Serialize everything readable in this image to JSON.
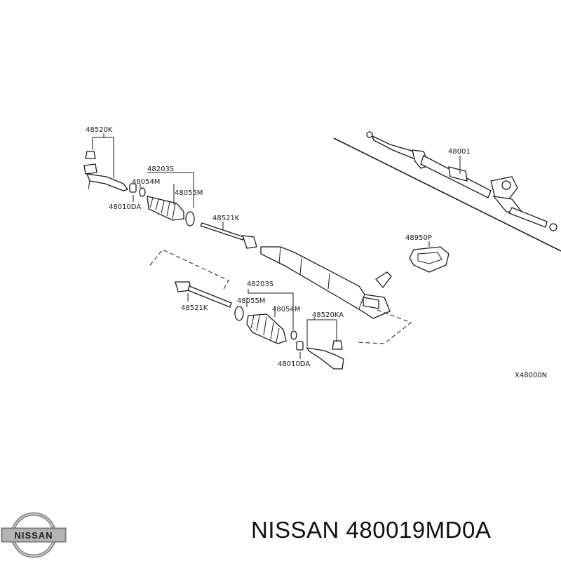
{
  "labels": {
    "p48520K": "48520K",
    "p48203S_top": "48203S",
    "p48054M_top": "48054M",
    "p48055M_top": "48055M",
    "p48010DA_top": "48010DA",
    "p48521K_top": "48521K",
    "p48001": "48001",
    "p48950P": "48950P",
    "p48203S_bottom": "48203S",
    "p48055M_bottom": "48055M",
    "p48054M_bottom": "48054M",
    "p48520KA": "48520KA",
    "p48521K_bottom": "48521K",
    "p48010DA_bottom": "48010DA",
    "figure_code": "X48000N"
  },
  "caption": "NISSAN 480019MD0A",
  "logo": {
    "text": "NISSAN"
  }
}
